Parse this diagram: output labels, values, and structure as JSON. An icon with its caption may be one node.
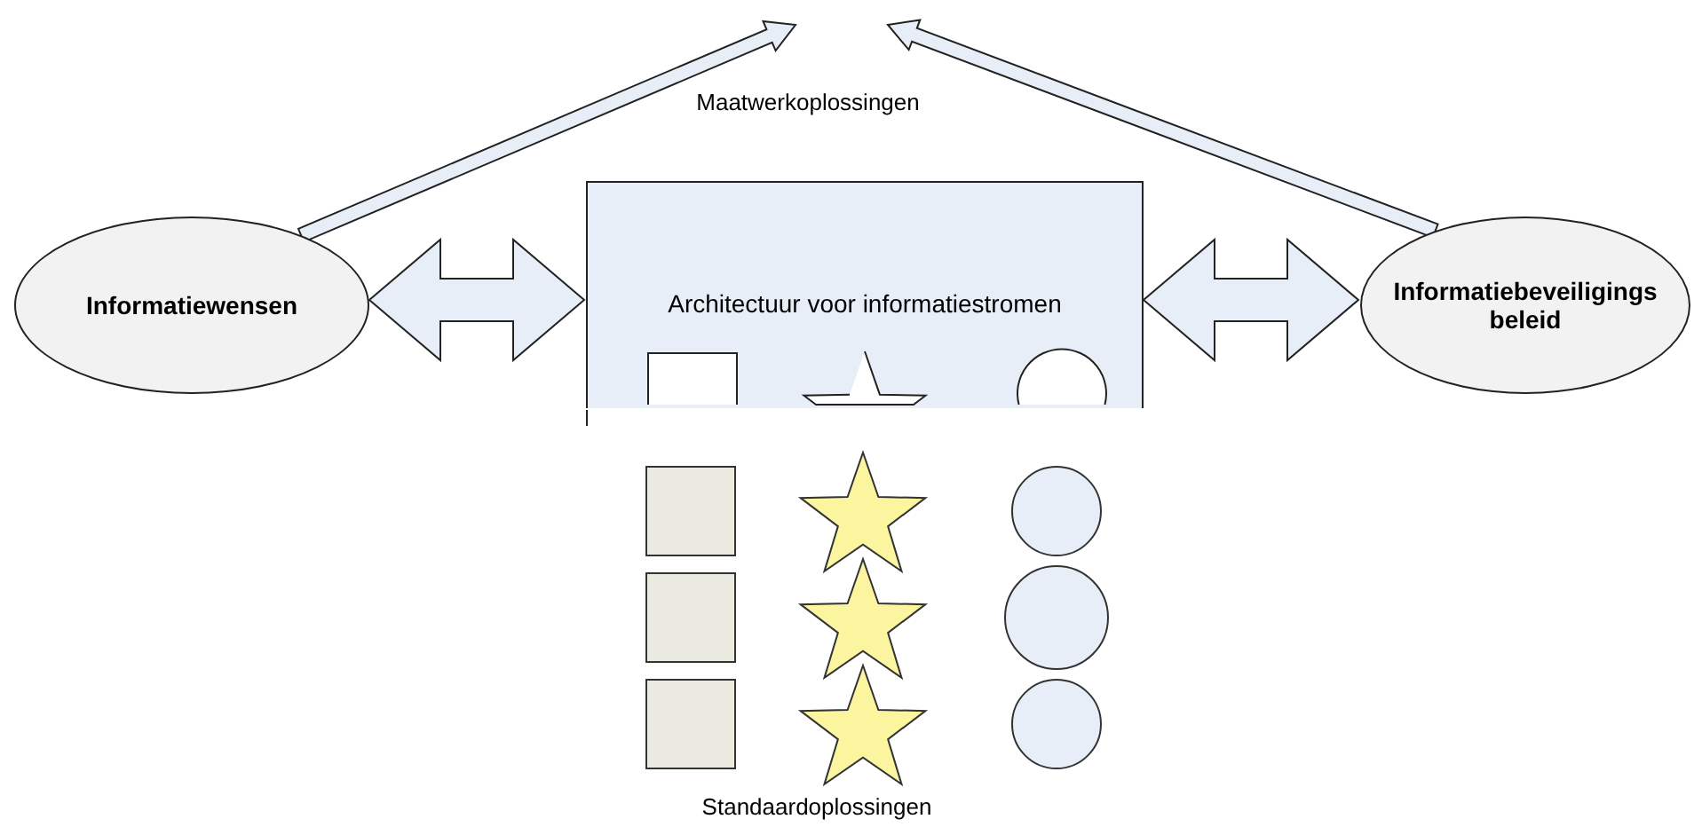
{
  "diagram": {
    "nodes": [
      {
        "text": [
          "Informatiewensen"
        ]
      },
      {
        "text": [
          "Architectuur voor informatiestromen"
        ]
      },
      {
        "text": [
          "Informatiebeveiligings beleid"
        ]
      }
    ],
    "edges": [
      {
        "from": 0,
        "to": 1,
        "arrow": "both"
      },
      {
        "from": 1,
        "to": 2,
        "arrow": "both"
      },
      {
        "from": 0,
        "to": null,
        "arrow": "to"
      },
      {
        "from": 2,
        "to": null,
        "arrow": "to"
      }
    ],
    "labels": [
      "Maatwerkoplossingen",
      "Standaardoplossingen"
    ]
  }
}
